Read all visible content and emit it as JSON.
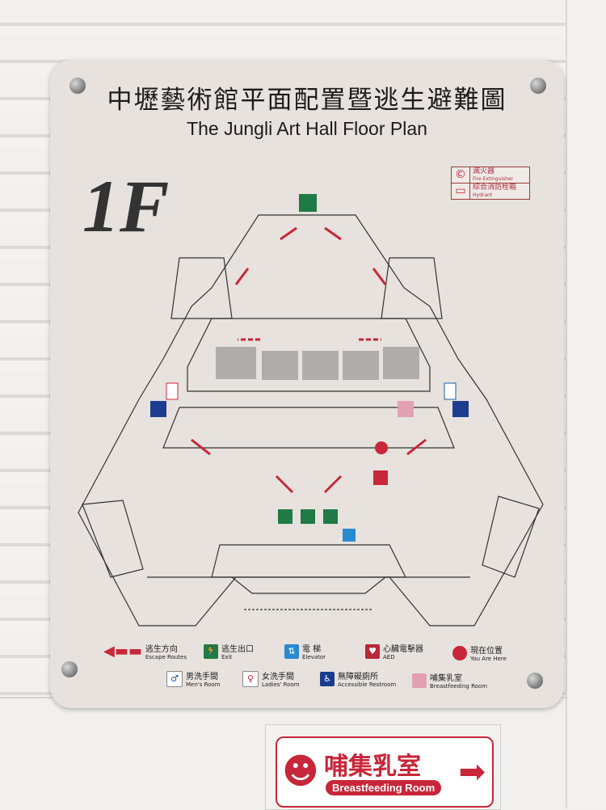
{
  "sign": {
    "title_zh": "中壢藝術館平面配置暨逃生避難圖",
    "title_en": "The Jungli Art Hall Floor Plan",
    "floor": "1F",
    "key": [
      {
        "icon": "fire-extinguisher-icon",
        "zh": "滅火器",
        "en": "Fire Extinguisher"
      },
      {
        "icon": "hydrant-icon",
        "zh": "綜合消防栓箱",
        "en": "Hydrant"
      }
    ],
    "legend": [
      {
        "icon": "escape-route-arrow-icon",
        "zh": "逃生方向",
        "en": "Escape Routes"
      },
      {
        "icon": "exit-icon",
        "zh": "逃生出口",
        "en": "Exit"
      },
      {
        "icon": "elevator-icon",
        "zh": "電 梯",
        "en": "Elevator"
      },
      {
        "icon": "aed-icon",
        "zh": "心臟電擊器",
        "en": "AED"
      },
      {
        "icon": "you-are-here-icon",
        "zh": "現在位置",
        "en": "You Are Here"
      },
      {
        "icon": "mens-room-icon",
        "zh": "男洗手間",
        "en": "Men's Room"
      },
      {
        "icon": "ladies-room-icon",
        "zh": "女洗手間",
        "en": "Ladies' Room"
      },
      {
        "icon": "accessible-restroom-icon",
        "zh": "無障礙廁所",
        "en": "Accessible Restroom"
      },
      {
        "icon": "breastfeeding-room-icon",
        "zh": "哺集乳室",
        "en": "Breastfeeding Room"
      }
    ],
    "colors": {
      "route": "#c8263a",
      "exit": "#1f7a45",
      "elevator": "#2a8ad0",
      "accessible": "#1c3d8f",
      "ladies": "#c8263a",
      "mens": "#1c5aa8"
    }
  },
  "door_sign": {
    "zh": "哺集乳室",
    "en": "Breastfeeding Room"
  }
}
